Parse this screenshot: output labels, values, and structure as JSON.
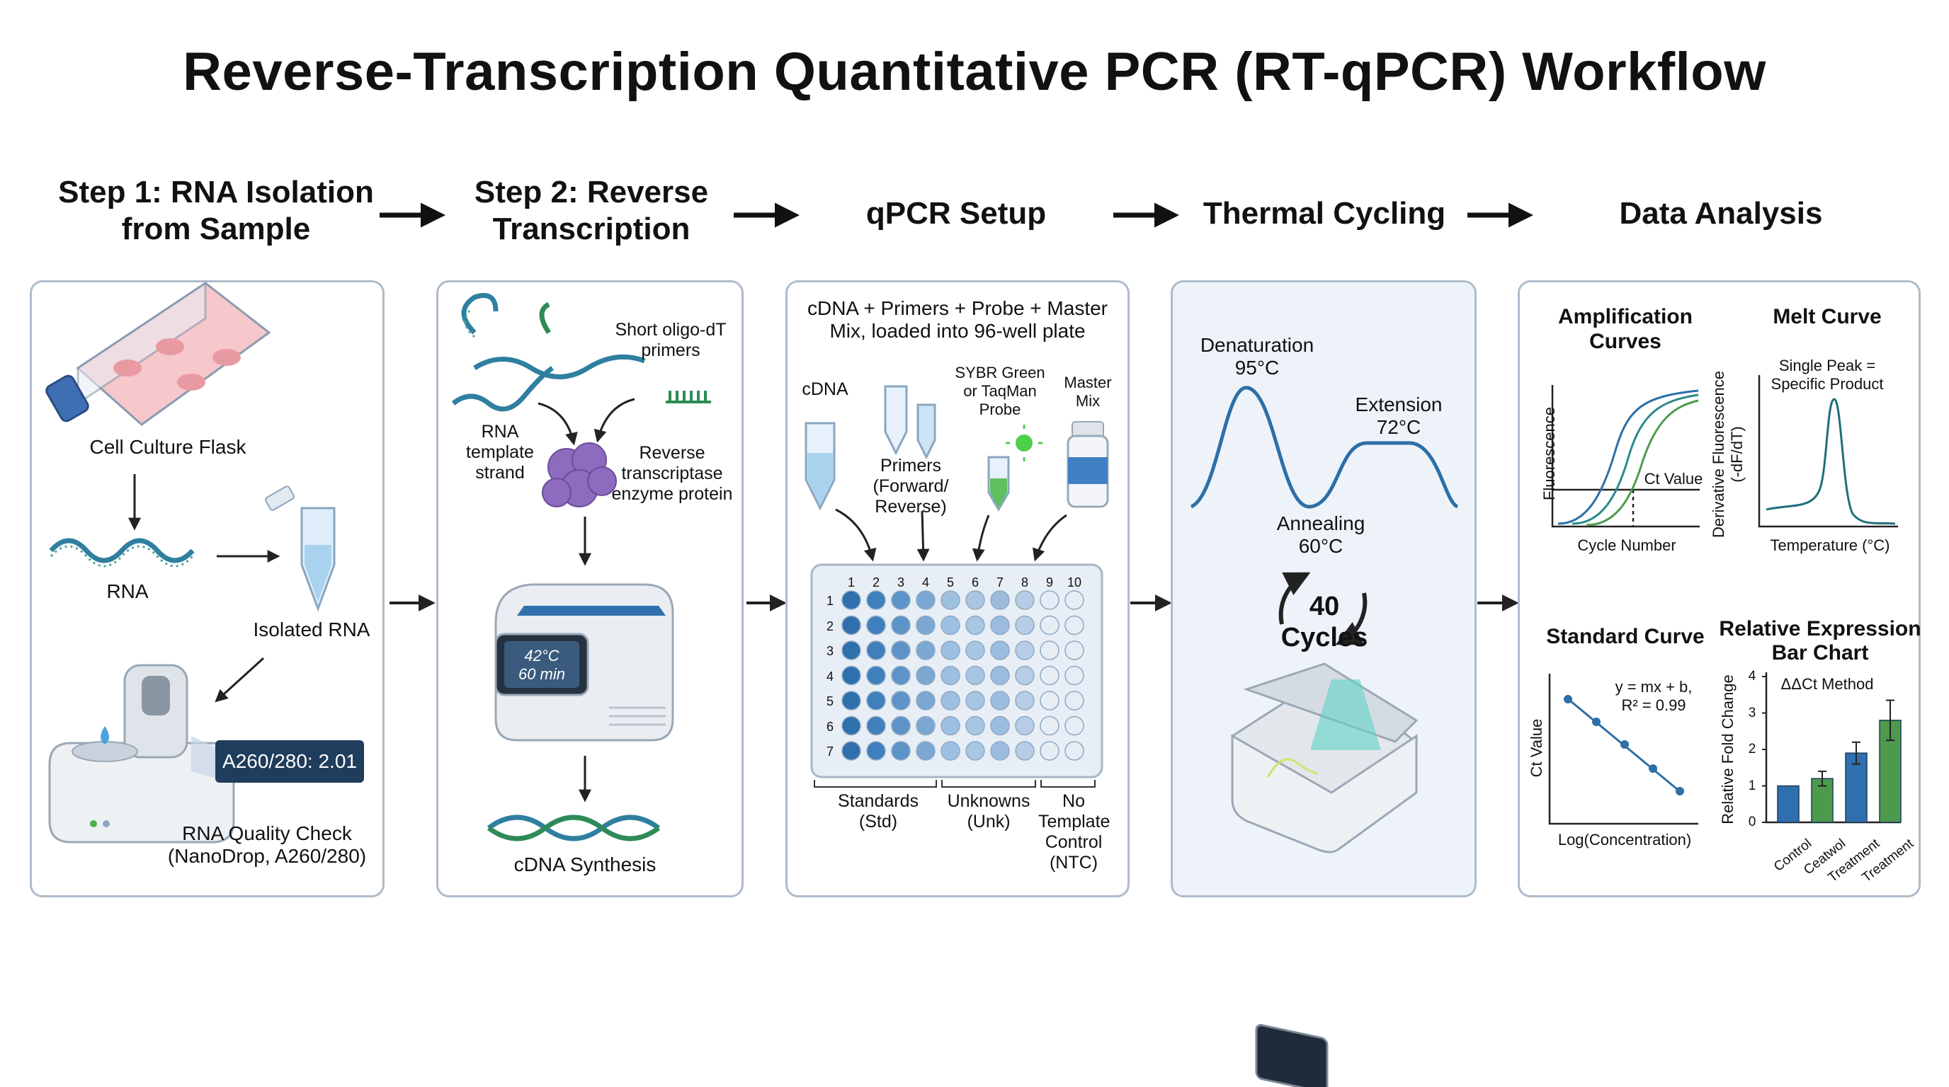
{
  "title": "Reverse-Transcription Quantitative PCR (RT-qPCR) Workflow",
  "steps": [
    {
      "title": "Step 1: RNA Isolation from Sample"
    },
    {
      "title": "Step 2: Reverse Transcription"
    },
    {
      "title": "qPCR Setup"
    },
    {
      "title": "Thermal Cycling"
    },
    {
      "title": "Data Analysis"
    }
  ],
  "panel1": {
    "flask_label": "Cell Culture Flask",
    "rna_label": "RNA",
    "isolated_label": "Isolated RNA",
    "readout": "A260/280: 2.01",
    "qc_label": "RNA Quality Check (NanoDrop, A260/280)"
  },
  "panel2": {
    "primers_label": "Short oligo-dT primers",
    "template_label": "RNA template strand",
    "enzyme_label": "Reverse transcriptase enzyme protein",
    "screen_temp": "42°C",
    "screen_time": "60 min",
    "cdna_label": "cDNA Synthesis"
  },
  "panel3": {
    "header": "cDNA + Primers + Probe + Master Mix, loaded into 96-well plate",
    "cdna_label": "cDNA",
    "primers_label": "Primers (Forward/ Reverse)",
    "probe_label": "SYBR Green or TaqMan Probe",
    "mastermix_label": "Master Mix",
    "columns": [
      "1",
      "2",
      "3",
      "4",
      "5",
      "6",
      "7",
      "8",
      "9",
      "10"
    ],
    "rows": [
      "1",
      "2",
      "3",
      "4",
      "5",
      "6",
      "7"
    ],
    "standards_label": "Standards (Std)",
    "unknowns_label": "Unknowns (Unk)",
    "ntc_label": "No Template Control (NTC)"
  },
  "panel4": {
    "denaturation": "Denaturation 95°C",
    "extension": "Extension 72°C",
    "annealing": "Annealing 60°C",
    "cycles_number": "40",
    "cycles_word": "Cycles"
  },
  "panel5": {
    "amp_title": "Amplification Curves",
    "amp_ylabel": "Fluorescence",
    "amp_xlabel": "Cycle Number",
    "ct_label": "Ct Value",
    "melt_title": "Melt Curve",
    "melt_note": "Single Peak = Specific Product",
    "melt_ylabel": "Derivative Fluorescence (-dF/dT)",
    "melt_xlabel": "Temperature (°C)",
    "std_title": "Standard Curve",
    "std_equation": "y = mx + b,",
    "std_r2": "R² = 0.99",
    "std_ylabel": "Ct Value",
    "std_xlabel": "Log(Concentration)",
    "bar_title": "Relative Expression Bar Chart",
    "bar_method": "ΔΔCt Method",
    "bar_ylabel": "Relative Fold Change"
  },
  "chart_data": {
    "type": "bar",
    "title": "Relative Expression Bar Chart",
    "ylabel": "Relative Fold Change",
    "ylim": [
      0,
      4
    ],
    "yticks": [
      "0",
      "1",
      "2",
      "3",
      "4"
    ],
    "categories": [
      "Control",
      "Ceatwol",
      "Treatment",
      "Treatment"
    ],
    "values": [
      1.0,
      1.2,
      1.9,
      2.8
    ],
    "errors": [
      0,
      0.2,
      0.3,
      0.55
    ],
    "colors": [
      "#2f6fad",
      "#4e9a4c",
      "#2f6fad",
      "#4e9a4c"
    ]
  }
}
